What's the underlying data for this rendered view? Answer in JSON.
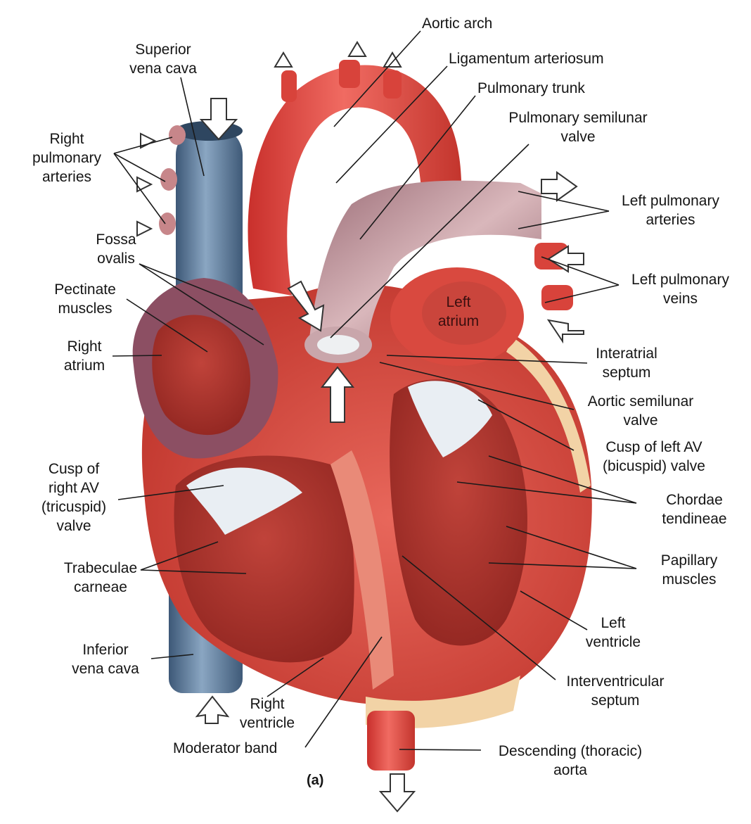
{
  "labels": {
    "aortic_arch": "Aortic arch",
    "ligamentum_arteriosum": "Ligamentum arteriosum",
    "pulmonary_trunk": "Pulmonary trunk",
    "pulmonary_semilunar_valve": [
      "Pulmonary semilunar",
      "valve"
    ],
    "superior_vena_cava": [
      "Superior",
      "vena cava"
    ],
    "right_pulmonary_arteries": [
      "Right",
      "pulmonary",
      "arteries"
    ],
    "left_pulmonary_arteries": [
      "Left pulmonary",
      "arteries"
    ],
    "left_pulmonary_veins": [
      "Left pulmonary",
      "veins"
    ],
    "fossa_ovalis": [
      "Fossa",
      "ovalis"
    ],
    "pectinate_muscles": [
      "Pectinate",
      "muscles"
    ],
    "right_atrium": [
      "Right",
      "atrium"
    ],
    "left_atrium": [
      "Left",
      "atrium"
    ],
    "interatrial_septum": [
      "Interatrial",
      "septum"
    ],
    "aortic_semilunar_valve": [
      "Aortic semilunar",
      "valve"
    ],
    "cusp_left_av": [
      "Cusp of left AV",
      "(bicuspid) valve"
    ],
    "cusp_right_av": [
      "Cusp of",
      "right AV",
      "(tricuspid)",
      "valve"
    ],
    "chordae_tendineae": [
      "Chordae",
      "tendineae"
    ],
    "trabeculae_carneae": [
      "Trabeculae",
      "carneae"
    ],
    "papillary_muscles": [
      "Papillary",
      "muscles"
    ],
    "left_ventricle": [
      "Left",
      "ventricle"
    ],
    "inferior_vena_cava": [
      "Inferior",
      "vena cava"
    ],
    "interventricular_septum": [
      "Interventricular",
      "septum"
    ],
    "right_ventricle": [
      "Right",
      "ventricle"
    ],
    "moderator_band": "Moderator band",
    "descending_aorta": [
      "Descending (thoracic)",
      "aorta"
    ]
  },
  "caption": "(a)",
  "colors": {
    "aorta": "#e2524a",
    "heart_wall": "#d9493f",
    "vena_cava": "#5d7a99",
    "pulmonary_trunk": "#b58a91",
    "right_atrium": "#8c4f63",
    "fat": "#f2d3a6",
    "leader": "#1a1a1a"
  }
}
